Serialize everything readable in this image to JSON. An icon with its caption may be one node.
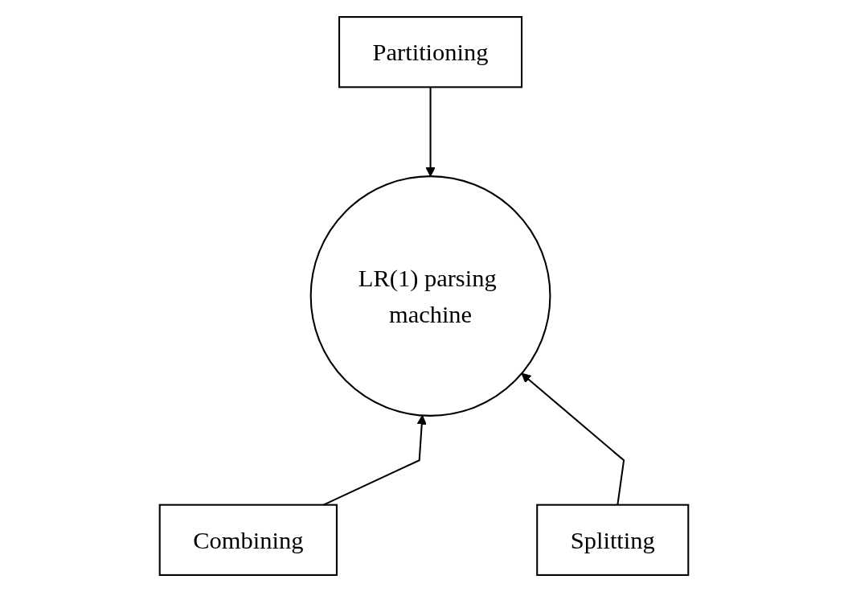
{
  "diagram": {
    "nodes": [
      {
        "text": [
          "Partitioning"
        ]
      },
      {
        "text": [
          "LR(1) parsing machine"
        ]
      },
      {
        "text": [
          "Combining"
        ]
      },
      {
        "text": [
          "Splitting"
        ]
      }
    ],
    "edges": [
      {
        "from": 0,
        "to": 1,
        "arrow": "to"
      },
      {
        "from": 2,
        "to": 1,
        "arrow": "to"
      },
      {
        "from": 3,
        "to": 1,
        "arrow": "to"
      }
    ]
  }
}
